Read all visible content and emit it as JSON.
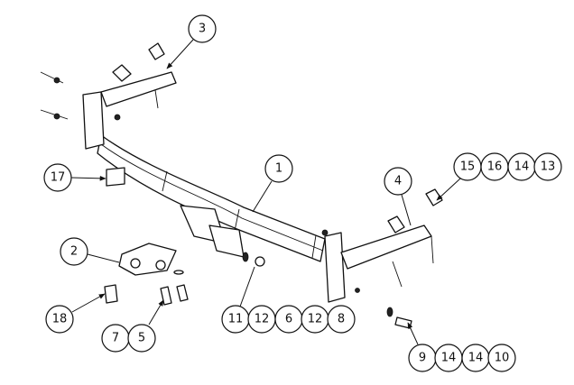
{
  "diagram": {
    "title": "Tow bar exploded assembly",
    "callouts": [
      {
        "id": "c3",
        "labels": [
          "3"
        ]
      },
      {
        "id": "c17",
        "labels": [
          "17"
        ]
      },
      {
        "id": "c1",
        "labels": [
          "1"
        ]
      },
      {
        "id": "c4",
        "labels": [
          "4"
        ]
      },
      {
        "id": "c15",
        "labels": [
          "15",
          "16",
          "14",
          "13"
        ]
      },
      {
        "id": "c2",
        "labels": [
          "2"
        ]
      },
      {
        "id": "c18",
        "labels": [
          "18"
        ]
      },
      {
        "id": "c7",
        "labels": [
          "7",
          "5"
        ]
      },
      {
        "id": "c11",
        "labels": [
          "11",
          "12",
          "6",
          "12",
          "8"
        ]
      },
      {
        "id": "c9",
        "labels": [
          "9",
          "14",
          "14",
          "10"
        ]
      }
    ]
  }
}
